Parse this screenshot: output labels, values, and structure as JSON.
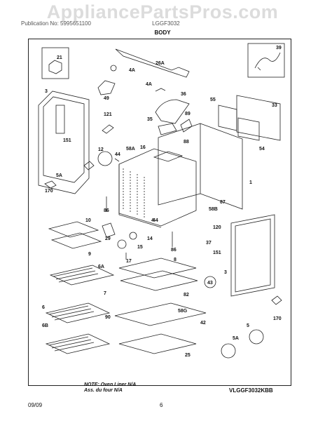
{
  "header": {
    "watermark": "AppliancePartsPros.com",
    "left": "Publication No: 5995651100",
    "right": "LGGF3032",
    "section_title": "BODY"
  },
  "callouts": [
    "21",
    "3",
    "151",
    "49",
    "4A",
    "26A",
    "4A",
    "36",
    "89",
    "35",
    "121",
    "12",
    "44",
    "58A",
    "16",
    "88",
    "55",
    "33",
    "39",
    "54",
    "5A",
    "170",
    "86",
    "4",
    "1",
    "87",
    "58B",
    "120",
    "10",
    "29",
    "14",
    "15",
    "44",
    "9",
    "17",
    "86",
    "37",
    "151",
    "6A",
    "8",
    "3",
    "43",
    "7",
    "82",
    "58G",
    "6",
    "90",
    "42",
    "6B",
    "5",
    "170",
    "5A",
    "25"
  ],
  "note_line1": "NOTE: Oven Liner N/A",
  "note_line2": "Ass. du four N/A",
  "model": "VLGGF3032KBB",
  "footer": {
    "date": "09/09",
    "page": "6"
  }
}
